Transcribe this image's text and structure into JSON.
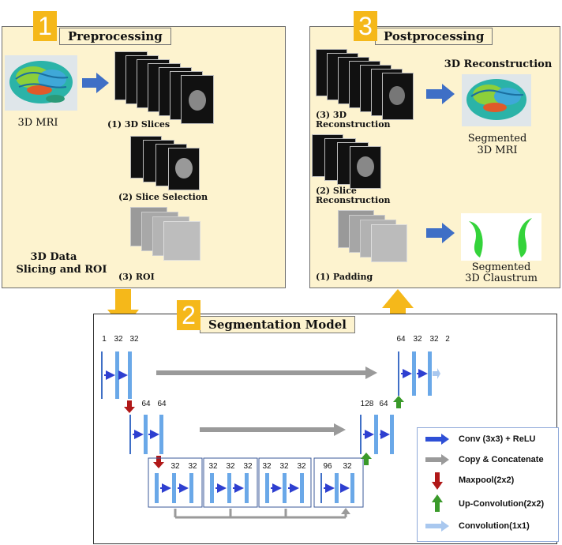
{
  "stages": {
    "preprocessing": {
      "number": "1",
      "title": "Preprocessing"
    },
    "segmentation": {
      "number": "2",
      "title": "Segmentation Model"
    },
    "postprocessing": {
      "number": "3",
      "title": "Postprocessing"
    }
  },
  "preprocessing": {
    "mri_label": "3D MRI",
    "step1": "(1) 3D Slices",
    "step2": "(2) Slice Selection",
    "step3": "(3) ROI",
    "section_label_1": "3D Data",
    "section_label_2": "Slicing and ROI"
  },
  "postprocessing": {
    "step3_1": "(3) 3D",
    "step3_2": "Reconstruction",
    "step2_1": "(2) Slice",
    "step2_2": "Reconstruction",
    "step1": "(1) Padding",
    "recon_title": "3D Reconstruction",
    "seg_mri_1": "Segmented",
    "seg_mri_2": "3D MRI",
    "seg_cl_1": "Segmented",
    "seg_cl_2": "3D Claustrum"
  },
  "unet": {
    "enc1": [
      "1",
      "32",
      "32"
    ],
    "enc2": [
      "64",
      "64"
    ],
    "bott1": [
      "32",
      "32"
    ],
    "bott2": [
      "32",
      "32",
      "32"
    ],
    "bott3": [
      "32",
      "32",
      "32"
    ],
    "dec3": [
      "96",
      "32"
    ],
    "dec2": [
      "128",
      "64"
    ],
    "dec1": [
      "64",
      "32",
      "32",
      "2"
    ]
  },
  "legend": {
    "items": [
      {
        "label": "Conv (3x3) + ReLU",
        "icon": "blue-arrow",
        "color": "#2e4fd6"
      },
      {
        "label": "Copy & Concatenate",
        "icon": "gray-arrow",
        "color": "#9a9a9a"
      },
      {
        "label": "Maxpool(2x2)",
        "icon": "red-down-arrow",
        "color": "#b01818"
      },
      {
        "label": "Up-Convolution(2x2)",
        "icon": "green-up-arrow",
        "color": "#3a9a2a"
      },
      {
        "label": "Convolution(1x1)",
        "icon": "light-blue-arrow",
        "color": "#a9c8ef"
      }
    ]
  }
}
